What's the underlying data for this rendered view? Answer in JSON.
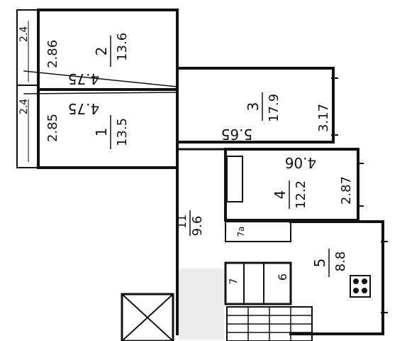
{
  "plan": {
    "rooms": [
      {
        "id": "1",
        "number": "1",
        "area": "13.5",
        "length": "4.75",
        "width": "2.85",
        "balcony": "2.4"
      },
      {
        "id": "2",
        "number": "2",
        "area": "13.6",
        "length": "4.75",
        "width": "2.86",
        "balcony": "2.4"
      },
      {
        "id": "3",
        "number": "3",
        "area": "17.9",
        "length": "5.65",
        "width": "3.17"
      },
      {
        "id": "4",
        "number": "4",
        "area": "12.2",
        "length": "4.06",
        "width": "2.87"
      },
      {
        "id": "5",
        "number": "5",
        "area": "8.8"
      },
      {
        "id": "11",
        "number": "11",
        "area": "9.6"
      },
      {
        "id": "6",
        "number": "6"
      },
      {
        "id": "7",
        "number": "7"
      },
      {
        "id": "7a",
        "number": "7a"
      }
    ],
    "fraction_separator": "/",
    "kitchen_icon": "stove-icon",
    "colors": {
      "line": "#111111",
      "paper": "#ffffff",
      "stair_fill": "#ececec"
    }
  }
}
